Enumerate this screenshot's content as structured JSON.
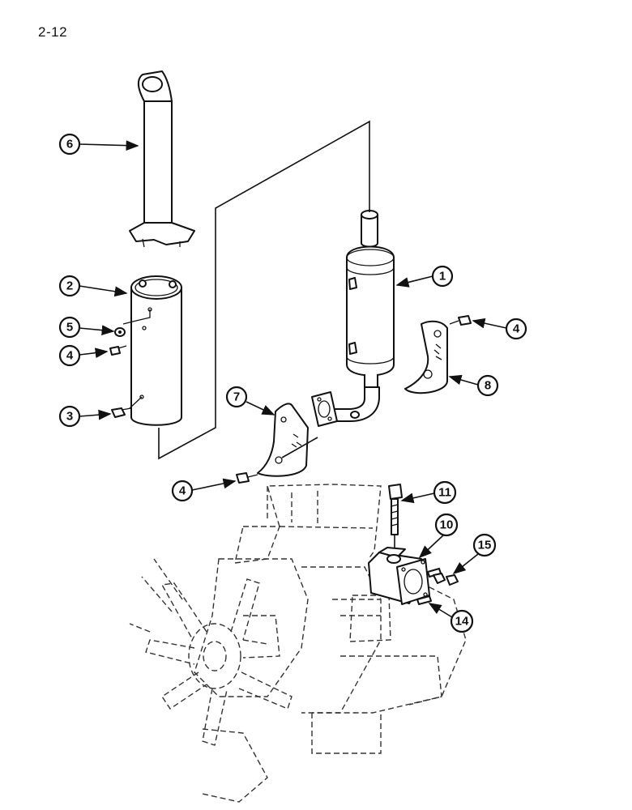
{
  "page": {
    "number": "2-12"
  },
  "callouts": [
    {
      "id": "c6",
      "label": "6"
    },
    {
      "id": "c2",
      "label": "2"
    },
    {
      "id": "c5",
      "label": "5"
    },
    {
      "id": "c4a",
      "label": "4"
    },
    {
      "id": "c3",
      "label": "3"
    },
    {
      "id": "c1",
      "label": "1"
    },
    {
      "id": "c4b",
      "label": "4"
    },
    {
      "id": "c8",
      "label": "8"
    },
    {
      "id": "c7",
      "label": "7"
    },
    {
      "id": "c4c",
      "label": "4"
    },
    {
      "id": "c11",
      "label": "11"
    },
    {
      "id": "c10",
      "label": "10"
    },
    {
      "id": "c15",
      "label": "15"
    },
    {
      "id": "c14",
      "label": "14"
    }
  ]
}
